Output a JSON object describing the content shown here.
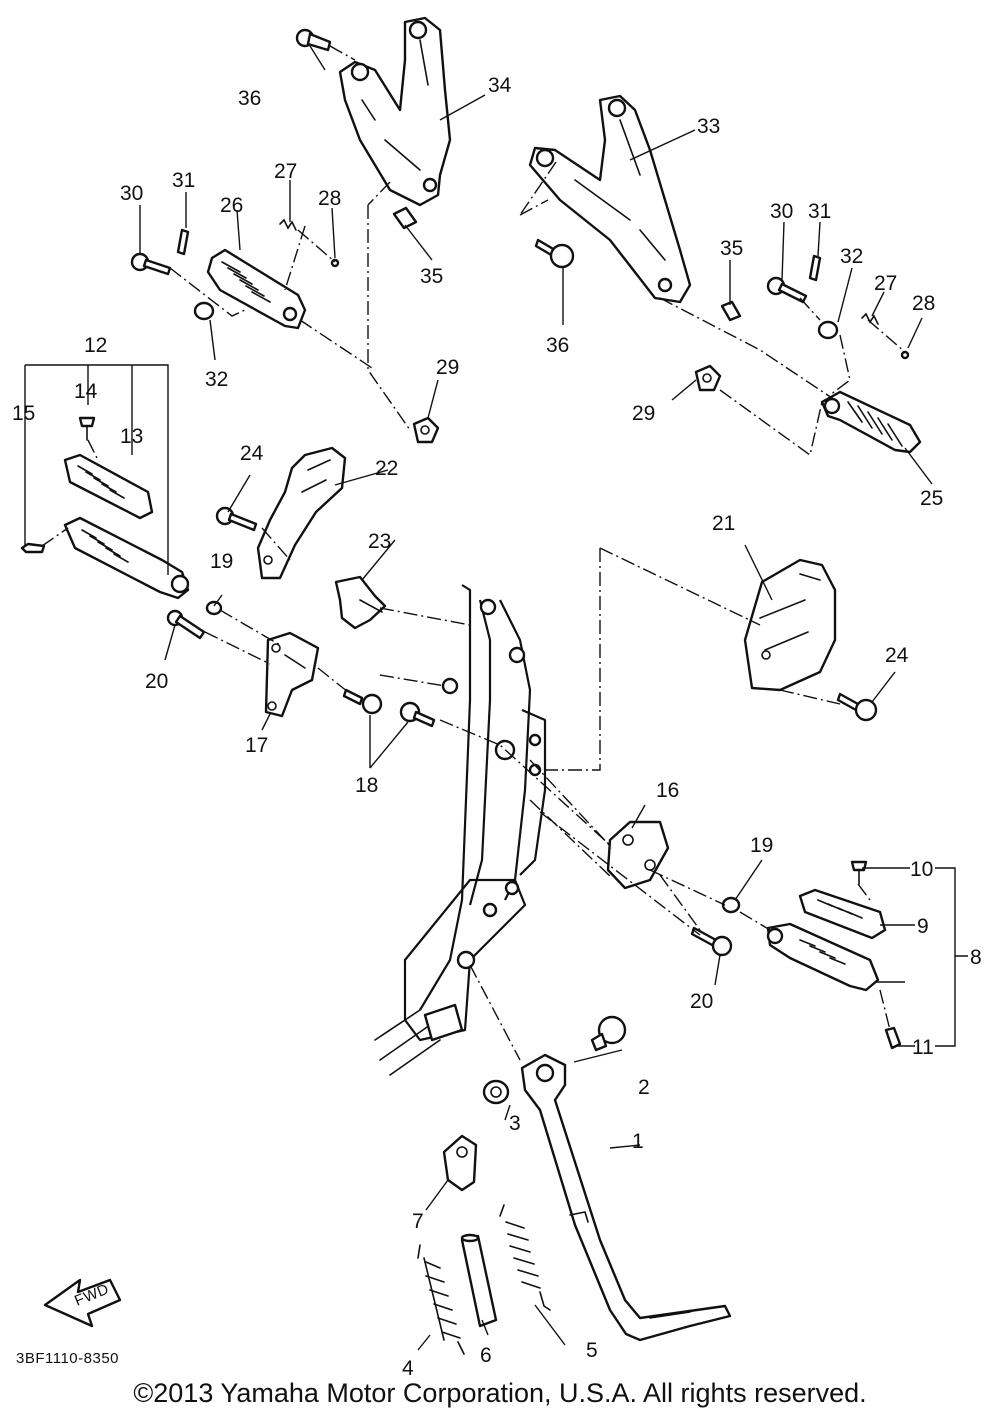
{
  "diagram": {
    "code": "3BF1110-8350",
    "fwd_label": "FWD",
    "callouts": {
      "c1": "1",
      "c2": "2",
      "c3": "3",
      "c4": "4",
      "c5": "5",
      "c6": "6",
      "c7": "7",
      "c8": "8",
      "c9": "9",
      "c10": "10",
      "c11": "11",
      "c12": "12",
      "c13": "13",
      "c14": "14",
      "c15": "15",
      "c16": "16",
      "c17": "17",
      "c18": "18",
      "c19a": "19",
      "c19b": "19",
      "c20a": "20",
      "c20b": "20",
      "c21": "21",
      "c22": "22",
      "c23": "23",
      "c24a": "24",
      "c24b": "24",
      "c25": "25",
      "c26": "26",
      "c27a": "27",
      "c27b": "27",
      "c28a": "28",
      "c28b": "28",
      "c29a": "29",
      "c29b": "29",
      "c30a": "30",
      "c30b": "30",
      "c31a": "31",
      "c31b": "31",
      "c32a": "32",
      "c32b": "32",
      "c33": "33",
      "c34": "34",
      "c35a": "35",
      "c35b": "35",
      "c36a": "36",
      "c36b": "36"
    }
  },
  "copyright": "©2013 Yamaha Motor Corporation, U.S.A. All rights reserved."
}
